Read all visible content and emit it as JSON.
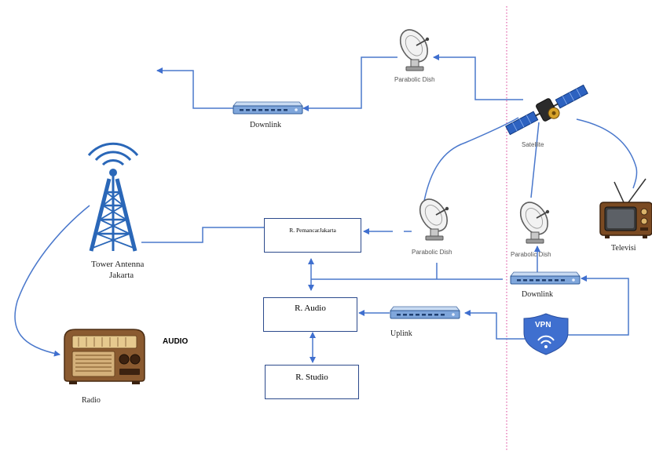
{
  "labels": {
    "parabolic_dish_top": "Parabolic Dish",
    "downlink_top": "Downlink",
    "satellite": "Satellite",
    "tower": "Tower Antenna\nJakarta",
    "tower_line1": "Tower Antenna",
    "tower_line2": "Jakarta",
    "pemancar": "R. PemancarJakarta",
    "parabolic_dish_mid": "Parabolic Dish",
    "parabolic_dish_right": "Parabolic Dish",
    "televisi": "Televisi",
    "downlink_right": "Downlink",
    "audio_box": "R. Audio",
    "uplink": "Uplink",
    "audio_tag": "AUDIO",
    "studio": "R. Studio",
    "radio": "Radio",
    "vpn": "VPN"
  },
  "colors": {
    "line": "#3f6fcf",
    "connector": "#5a88c8",
    "divider": "#e05fa8",
    "tower": "#2a67b8"
  }
}
